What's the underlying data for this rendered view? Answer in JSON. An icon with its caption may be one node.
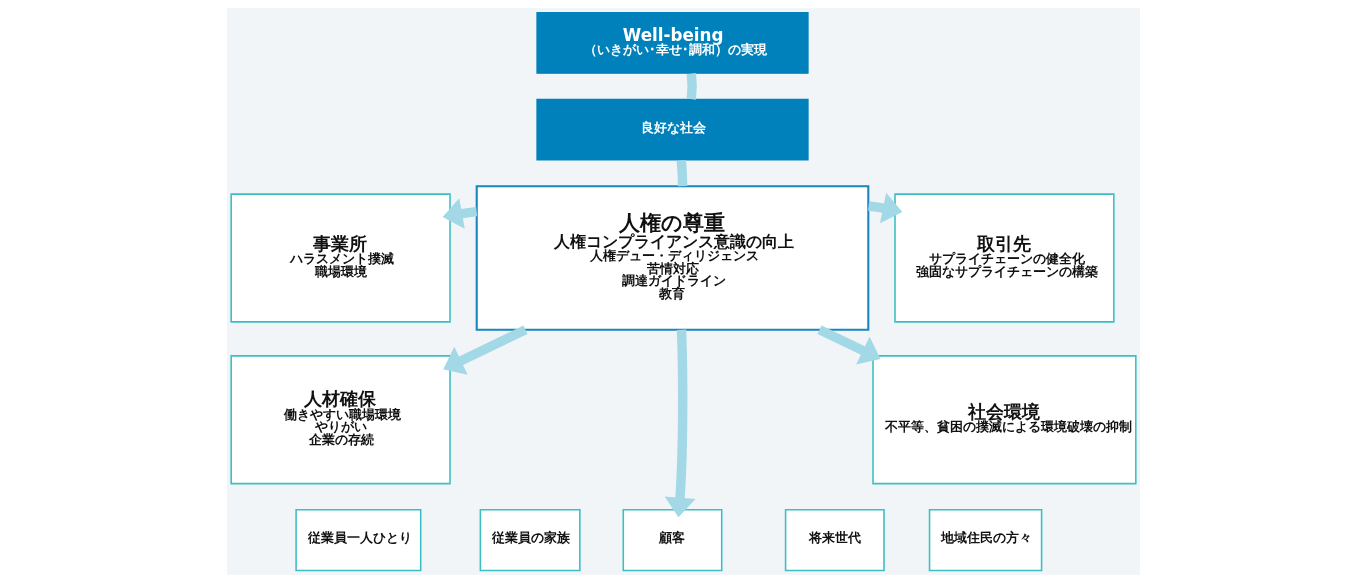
{
  "diagram": {
    "nodes": [
      {
        "text": [
          "Well-being",
          "（いきがい･幸せ･調和）の実現"
        ]
      },
      {
        "text": [
          "良好な社会"
        ]
      },
      {
        "text": [
          "人権の尊重",
          "人権コンプライアンス意識の向上",
          "人権デュー・ディリジェンス",
          "苦情対応",
          "調達ガイドライン",
          "教育"
        ]
      },
      {
        "text": [
          "事業所",
          "ハラスメント撲滅",
          "職場環境"
        ]
      },
      {
        "text": [
          "人材確保",
          "働きやすい職場環境",
          "やりがい",
          "企業の存続"
        ]
      },
      {
        "text": [
          "取引先",
          "サプライチェーンの健全化",
          "強固なサプライチェーンの構築"
        ]
      },
      {
        "text": [
          "社会環境",
          "不平等、貧困の撲滅による環境破壊の抑制"
        ]
      },
      {
        "text": [
          "従業員一人ひとり"
        ]
      },
      {
        "text": [
          "従業員の家族"
        ]
      },
      {
        "text": [
          "顧客"
        ]
      },
      {
        "text": [
          "将来世代"
        ]
      },
      {
        "text": [
          "地域住民の方々"
        ]
      }
    ],
    "edges": [
      {
        "from": 1,
        "to": 0,
        "arrow": "none"
      },
      {
        "from": 2,
        "to": 1,
        "arrow": "none"
      },
      {
        "from": 2,
        "to": 3,
        "arrow": "to"
      },
      {
        "from": 2,
        "to": 4,
        "arrow": "to"
      },
      {
        "from": 2,
        "to": 5,
        "arrow": "to"
      },
      {
        "from": 2,
        "to": 6,
        "arrow": "to"
      },
      {
        "from": 2,
        "to": 9,
        "arrow": "to"
      }
    ]
  }
}
